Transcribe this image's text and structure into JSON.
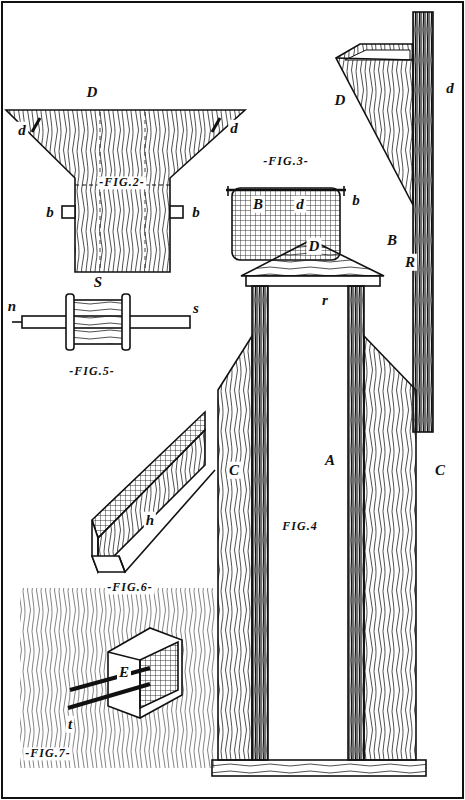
{
  "diagram": {
    "labels": [
      "d",
      "D",
      "d",
      "-FIG.2-",
      "b",
      "b",
      "D",
      "d",
      "B",
      "-FIG.3-",
      "B",
      "d",
      "b",
      "D",
      "n",
      "S",
      "s",
      "-FIG.5-",
      "h",
      "-FIG.6-",
      "E",
      "t",
      "-FIG.7-",
      "R",
      "r",
      "C",
      "A",
      "C",
      "FIG.4"
    ]
  }
}
